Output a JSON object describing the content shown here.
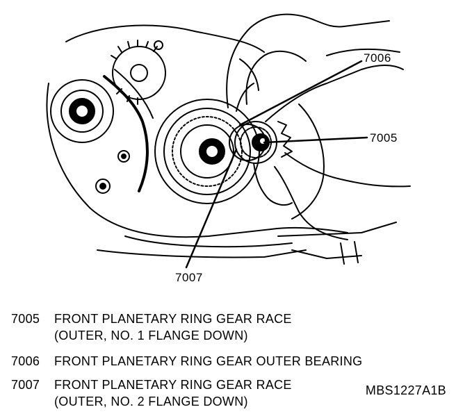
{
  "callouts": {
    "c7006": "7006",
    "c7005": "7005",
    "c7007": "7007"
  },
  "legend": [
    {
      "number": "7005",
      "line1": "FRONT PLANETARY RING GEAR RACE",
      "line2": "(OUTER, NO. 1 FLANGE DOWN)"
    },
    {
      "number": "7006",
      "line1": "FRONT PLANETARY RING GEAR OUTER BEARING",
      "line2": ""
    },
    {
      "number": "7007",
      "line1": "FRONT PLANETARY RING GEAR RACE",
      "line2": "(OUTER, NO. 2 FLANGE DOWN)"
    }
  ],
  "figure_id": "MBS1227A1B",
  "colors": {
    "ink": "#000000",
    "paper": "#ffffff"
  }
}
